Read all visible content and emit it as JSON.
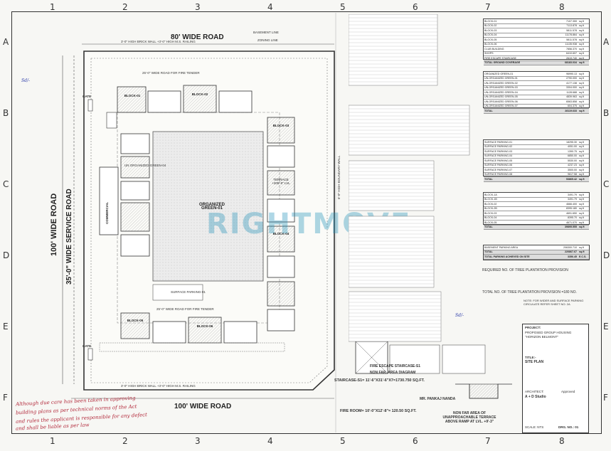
{
  "grid": {
    "columns": [
      "1",
      "2",
      "3",
      "4",
      "5",
      "6",
      "7",
      "8"
    ],
    "rows": [
      "A",
      "B",
      "C",
      "D",
      "E",
      "F"
    ]
  },
  "roads": {
    "top": "80' WIDE ROAD",
    "bottom": "100' WIDE ROAD",
    "left_outer": "100' WIDE ROAD",
    "left_inner": "35'-0\" WIDE SERVICE ROAD"
  },
  "plan_labels": {
    "organized_green": "ORGANIZED GREEN-01",
    "basement_line": "BASEMENT LINE",
    "zoning_line": "ZONING LINE",
    "commercial": "COMMERCIAL",
    "gate_top": "GATE",
    "gate_bottom": "GATE",
    "boundary_wall_top": "3'-0\" HIGH BRICK WALL +3'-0\" HIGH M.S. RAILING",
    "boundary_wall_bottom": "3'-0\" HIGH BRICK WALL +3'-0\" HIGH M.S. RAILING",
    "fire_tender": "25'-0\" WIDE ROAD FOR FIRE TENDER",
    "surface_parking": "SURFACE PARKING-01",
    "unorganized_green": "UN ORGANIZED GREEN-04",
    "boundary_wall_right": "6'-0\" HIGH BOUNDARY WALL",
    "terrace": "TERRACE +205'-0\" LVL",
    "block_a": "BLOCK-01",
    "block_b": "BLOCK-02",
    "block_c": "BLOCK-03",
    "block_d": "BLOCK-04",
    "block_e": "BLOCK-05",
    "block_f": "BLOCK-06",
    "staircase_title": "FIRE ESCAPE STAIRCASE-S1",
    "staircase_sub": "NON FAR. AREA DIAGRAM",
    "staircase_calc": "STAIRCASE-S1= 11'-6\"X31'-6\"X7=1730.750 SQ.FT.",
    "firerooom": "FIRE ROOM= 10'-0\"X12'-8\"= 120.50 SQ.FT.",
    "nonfar_terrace": "NON FAR AREA OF UNAPPROACHABLE TERRACE ABOVE RAMP AT LVL. +9'-3\"",
    "trees": "REQUIRED NO. OF TREE PLANTATION PROVISION",
    "trees_total": "TOTAL NO. OF TREE PLANTATION PROVISION =180 NO."
  },
  "watermark": "RIGHTMOVE",
  "tables": {
    "area_statement": {
      "rows": [
        [
          "BLOCK-01",
          "7107.359",
          "sq.ft"
        ],
        [
          "BLOCK-02",
          "7113.878",
          "sq.ft"
        ],
        [
          "BLOCK-03",
          "5811.578",
          "sq.ft"
        ],
        [
          "BLOCK-04",
          "11178.864",
          "sq.ft"
        ],
        [
          "BLOCK-05",
          "5811.578",
          "sq.ft"
        ],
        [
          "BLOCK-06",
          "11135.938",
          "sq.ft"
        ],
        [
          "CLUB BUILDING",
          "7856.370",
          "sq.ft"
        ],
        [
          "SHOPS",
          "6410.607",
          "sq.ft"
        ],
        [
          "FIRE ESCAPE STAIRCASE",
          "2619.740",
          "sq.ft"
        ],
        [
          "TOTAL GROUND COVERAGE",
          "68183.034",
          "sq.ft"
        ]
      ]
    },
    "green_areas": {
      "rows": [
        [
          "ORGANIZED GREEN-01",
          "96990.13",
          "sq.ft"
        ],
        [
          "UN-ORGANIZED GREEN-01",
          "2790.000",
          "sq.ft"
        ],
        [
          "UN-ORGANIZED GREEN-02",
          "4177.138",
          "sq.ft"
        ],
        [
          "UN-ORGANIZED GREEN-03",
          "3304.000",
          "sq.ft"
        ],
        [
          "UN-ORGANIZED GREEN-04",
          "1128.688",
          "sq.ft"
        ],
        [
          "UN-ORGANIZED GREEN-05",
          "4839.963",
          "sq.ft"
        ],
        [
          "UN-ORGANIZED GREEN-06",
          "6563.858",
          "sq.ft"
        ],
        [
          "UN-ORGANIZED GREEN-07",
          "604.375",
          "sq.ft"
        ],
        [
          "TOTAL",
          "28119.633",
          "sq.ft"
        ]
      ]
    },
    "surface_parking": {
      "rows": [
        [
          "SURFACE PARKING-01",
          "18295.30",
          "sq.ft"
        ],
        [
          "SURFACE PARKING-02",
          "4051.00",
          "sq.ft"
        ],
        [
          "SURFACE PARKING-03",
          "1390.75",
          "sq.ft"
        ],
        [
          "SURFACE PARKING-04",
          "6850.00",
          "sq.ft"
        ],
        [
          "SURFACE PARKING-05",
          "5530.00",
          "sq.ft"
        ],
        [
          "SURFACE PARKING-06",
          "4237.23",
          "sq.ft"
        ],
        [
          "SURFACE PARKING-07",
          "3500.00",
          "sq.ft"
        ],
        [
          "SURFACE PARKING-08",
          "9617.58",
          "sq.ft"
        ],
        [
          "TOTAL",
          "53865.42",
          "sq.ft"
        ]
      ]
    },
    "stilt_parking": {
      "rows": [
        [
          "BLOCK-1A",
          "3491.79",
          "sq.ft"
        ],
        [
          "BLOCK-1B",
          "3491.79",
          "sq.ft"
        ],
        [
          "BLOCK-02",
          "4666.400",
          "sq.ft"
        ],
        [
          "BLOCK-2B",
          "8395.180",
          "sq.ft"
        ],
        [
          "BLOCK-03",
          "4691.650",
          "sq.ft"
        ],
        [
          "BLOCK-04",
          "8395.70",
          "sq.ft"
        ],
        [
          "BLOCK-05",
          "4671.070",
          "sq.ft"
        ],
        [
          "TOTAL",
          "39895.555",
          "sq.ft"
        ]
      ]
    },
    "basement": {
      "rows": [
        [
          "BASEMENT PARKING AREA",
          "206300.710",
          "sq.ft"
        ],
        [
          "TOTAL",
          "220867.67",
          "sq.ft"
        ],
        [
          "TOTAL PARKING ACHIEVED ON SITE",
          "3356.45",
          "E.C.S."
        ]
      ]
    }
  },
  "title_block": {
    "project_label": "PROJECT:",
    "project": "PROPOSED GROUP HOUSING",
    "project_name": "\"HORIZON BELMONT\"",
    "title_label": "TITLE:-",
    "title": "SITE PLAN",
    "architect_label": "ARCHITECT:",
    "architect": "A + D Studio",
    "scale": "SCALE: NTS",
    "drawing_no": "DRG. NO.: 01",
    "approved": "Approved"
  },
  "notes": {
    "top_right_note": "NOTE: FOR WIDER AND SURFACE PARKING CIRCULATE REFER SHEET NO: 2A",
    "signature": "MR. PANKAJ NANDA"
  }
}
